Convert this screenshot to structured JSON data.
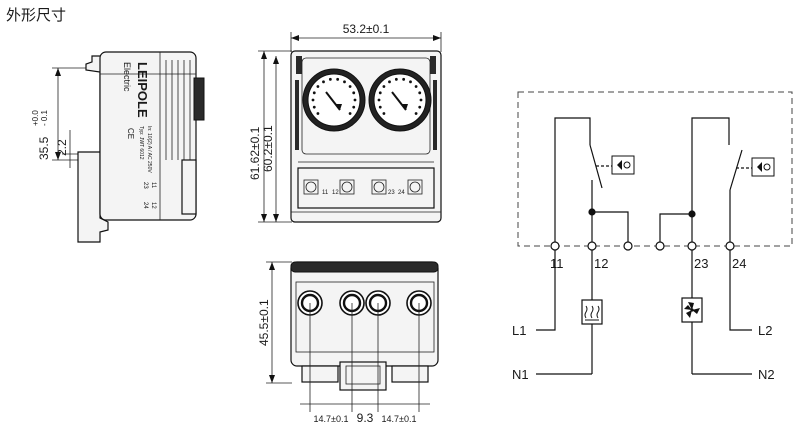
{
  "heading": "外形尺寸",
  "brand": {
    "logo": "LEIPOLE",
    "subtitle": "Electric",
    "model_line": "Typ: JWT 6012",
    "ratings_line": "In: 10(2) A / AC 250V",
    "ce_mark": "CE"
  },
  "side_view": {
    "dim_height": "35.5",
    "dim_height_tol_plus": "+0.0",
    "dim_height_tol_minus": "- 0.1",
    "dim_offset": "2.2",
    "label_11": "11",
    "label_12": "12",
    "label_23": "23",
    "label_24": "24"
  },
  "front_view": {
    "dim_width": "53.2±0.1",
    "dim_total_height": "61.62±0.1",
    "dim_body_height": "60.2±0.1",
    "terminals": [
      "11",
      "12",
      "23",
      "24"
    ]
  },
  "bottom_view": {
    "dim_height": "45.5±0.1",
    "dim_left": "14.7±0.1",
    "dim_center": "9.3",
    "dim_right": "14.7±0.1"
  },
  "schematic": {
    "terminals": [
      "11",
      "12",
      "23",
      "24"
    ],
    "L1": "L1",
    "N1": "N1",
    "L2": "L2",
    "N2": "N2"
  },
  "colors": {
    "line": "#111111",
    "body": "#f4f4f4",
    "dark": "#2a2a2a",
    "dash": "#444444"
  }
}
